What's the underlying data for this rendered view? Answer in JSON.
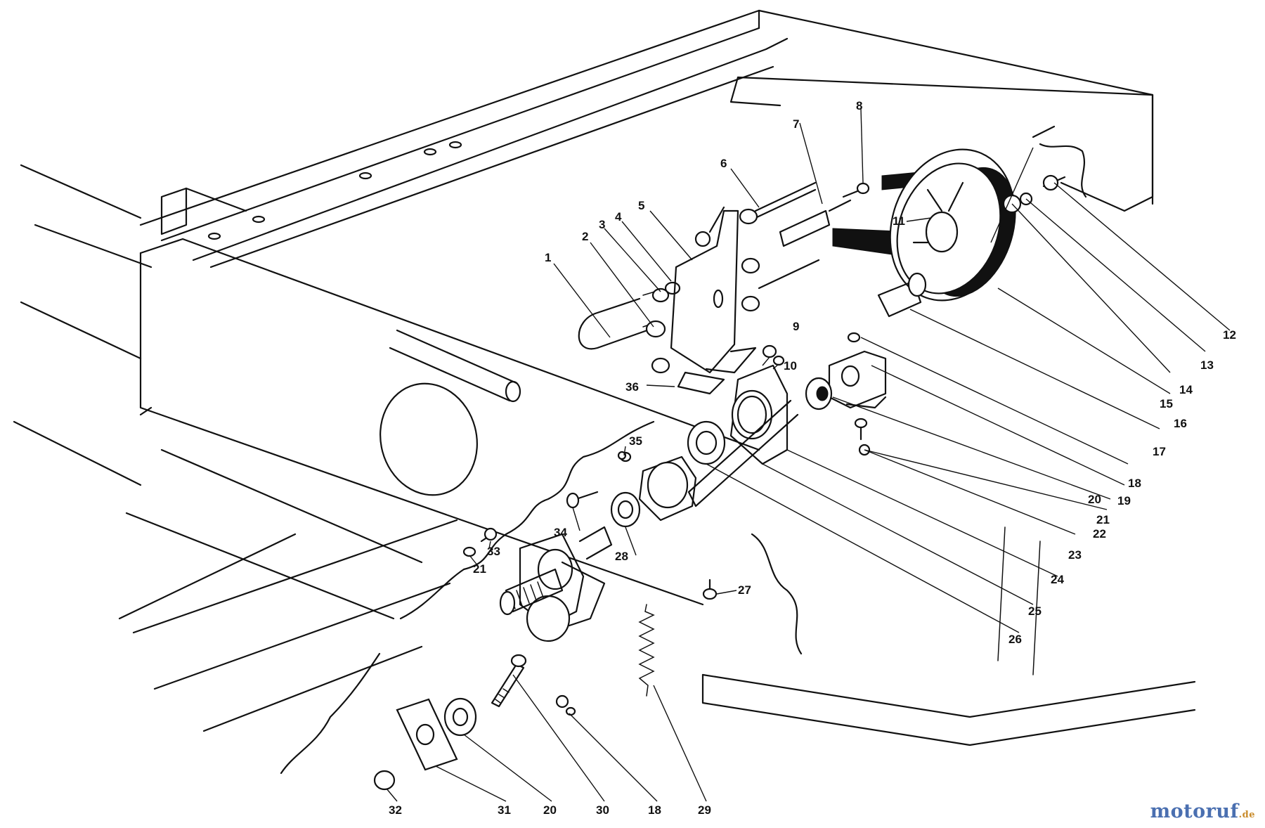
{
  "diagram": {
    "callouts": [
      "1",
      "2",
      "3",
      "4",
      "5",
      "6",
      "7",
      "8",
      "9",
      "10",
      "11",
      "12",
      "13",
      "14",
      "15",
      "16",
      "17",
      "18",
      "19",
      "20",
      "21",
      "22",
      "23",
      "24",
      "25",
      "26",
      "27",
      "28",
      "29",
      "30",
      "31",
      "32",
      "33",
      "34",
      "35",
      "36"
    ],
    "bottom_labels": [
      "32",
      "31",
      "20",
      "30",
      "18",
      "29"
    ],
    "extra_labels": {
      "r20": "20",
      "r21": "21",
      "l21": "21"
    }
  },
  "watermark": {
    "text": "motoruf",
    "tld": ".de",
    "colors": {
      "main": "#4a6fb0",
      "tld": "#c98b2a"
    }
  }
}
